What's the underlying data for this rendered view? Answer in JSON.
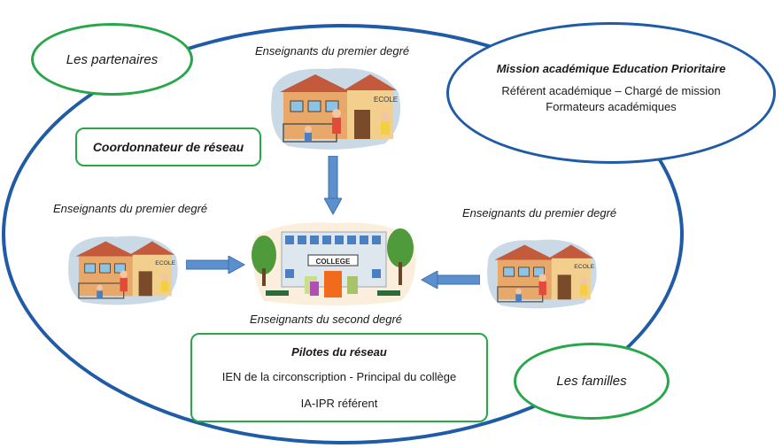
{
  "partners": "Les partenaires",
  "families": "Les familles",
  "mission": {
    "title": "Mission académique Education Prioritaire",
    "line1": "Référent académique – Chargé de mission",
    "line2": "Formateurs académiques"
  },
  "coordinator": "Coordonnateur de réseau",
  "teachers_primary_top": "Enseignants du premier degré",
  "teachers_primary_left": "Enseignants du premier degré",
  "teachers_primary_right": "Enseignants du premier degré",
  "teachers_secondary": "Enseignants du second degré",
  "school_sign": "ECOLE",
  "college_sign": "COLLEGE",
  "pilots": {
    "title": "Pilotes du réseau",
    "line1": "IEN de la circonscription - Principal du collège",
    "line2": "IA-IPR référent"
  },
  "colors": {
    "blue": "#1f5ba6",
    "green": "#27a64a",
    "arrow": "#5b8fce"
  }
}
